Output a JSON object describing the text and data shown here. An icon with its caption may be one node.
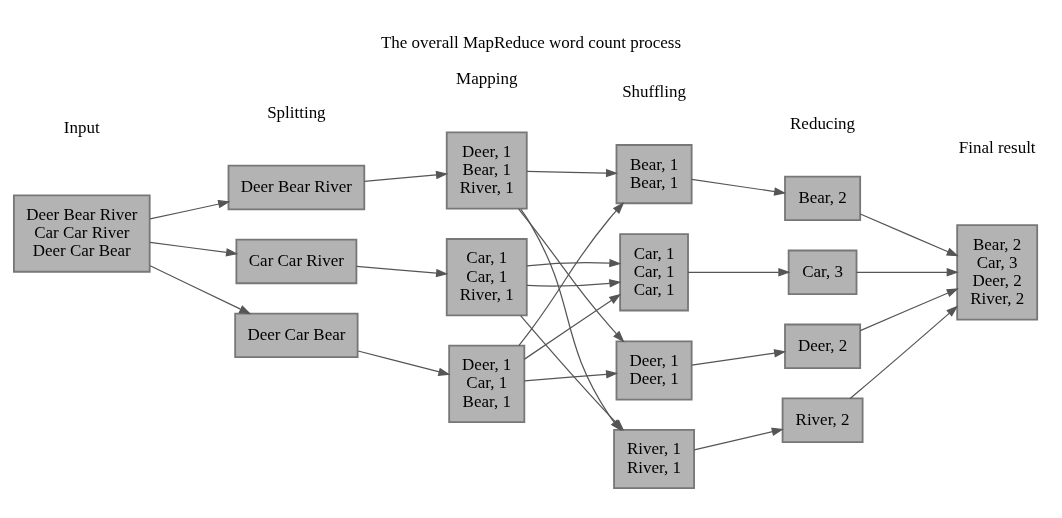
{
  "diagram": {
    "title": "The overall MapReduce word count process",
    "nodes": [
      {
        "text": [
          "Deer Bear River",
          "Car Car River",
          "Deer Car Bear"
        ]
      },
      {
        "text": [
          "Deer Bear River"
        ]
      },
      {
        "text": [
          "Car Car River"
        ]
      },
      {
        "text": [
          "Deer Car Bear"
        ]
      },
      {
        "text": [
          "Deer, 1",
          "Bear, 1",
          "River, 1"
        ]
      },
      {
        "text": [
          "Car, 1",
          "Car, 1",
          "River, 1"
        ]
      },
      {
        "text": [
          "Deer, 1",
          "Car, 1",
          "Bear, 1"
        ]
      },
      {
        "text": [
          "Bear, 1",
          "Bear, 1"
        ]
      },
      {
        "text": [
          "Car, 1",
          "Car, 1",
          "Car, 1"
        ]
      },
      {
        "text": [
          "Deer, 1",
          "Deer, 1"
        ]
      },
      {
        "text": [
          "River, 1",
          "River, 1"
        ]
      },
      {
        "text": [
          "Bear, 2"
        ]
      },
      {
        "text": [
          "Car, 3"
        ]
      },
      {
        "text": [
          "Deer, 2"
        ]
      },
      {
        "text": [
          "River, 2"
        ]
      },
      {
        "text": [
          "Bear, 2",
          "Car, 3",
          "Deer, 2",
          "River, 2"
        ]
      }
    ],
    "edges": [
      {
        "from": 0,
        "to": 1,
        "arrow": "to"
      },
      {
        "from": 0,
        "to": 2,
        "arrow": "to"
      },
      {
        "from": 0,
        "to": 3,
        "arrow": "to"
      },
      {
        "from": 1,
        "to": 4,
        "arrow": "to"
      },
      {
        "from": 2,
        "to": 5,
        "arrow": "to"
      },
      {
        "from": 3,
        "to": 6,
        "arrow": "to"
      },
      {
        "from": 4,
        "to": 7,
        "arrow": "to"
      },
      {
        "from": 4,
        "to": 9,
        "arrow": "to"
      },
      {
        "from": 4,
        "to": 10,
        "arrow": "to"
      },
      {
        "from": 5,
        "to": 8,
        "arrow": "to"
      },
      {
        "from": 5,
        "to": 8,
        "arrow": "to"
      },
      {
        "from": 5,
        "to": 10,
        "arrow": "to"
      },
      {
        "from": 6,
        "to": 7,
        "arrow": "to"
      },
      {
        "from": 6,
        "to": 8,
        "arrow": "to"
      },
      {
        "from": 6,
        "to": 9,
        "arrow": "to"
      },
      {
        "from": 7,
        "to": 11,
        "arrow": "to"
      },
      {
        "from": 8,
        "to": 12,
        "arrow": "to"
      },
      {
        "from": 9,
        "to": 13,
        "arrow": "to"
      },
      {
        "from": 10,
        "to": 14,
        "arrow": "to"
      },
      {
        "from": 11,
        "to": 15,
        "arrow": "to"
      },
      {
        "from": 12,
        "to": 15,
        "arrow": "to"
      },
      {
        "from": 13,
        "to": 15,
        "arrow": "to"
      },
      {
        "from": 14,
        "to": 15,
        "arrow": "to"
      }
    ],
    "labels": [
      "Input",
      "Splitting",
      "Mapping",
      "Shuffling",
      "Reducing",
      "Final result"
    ]
  }
}
